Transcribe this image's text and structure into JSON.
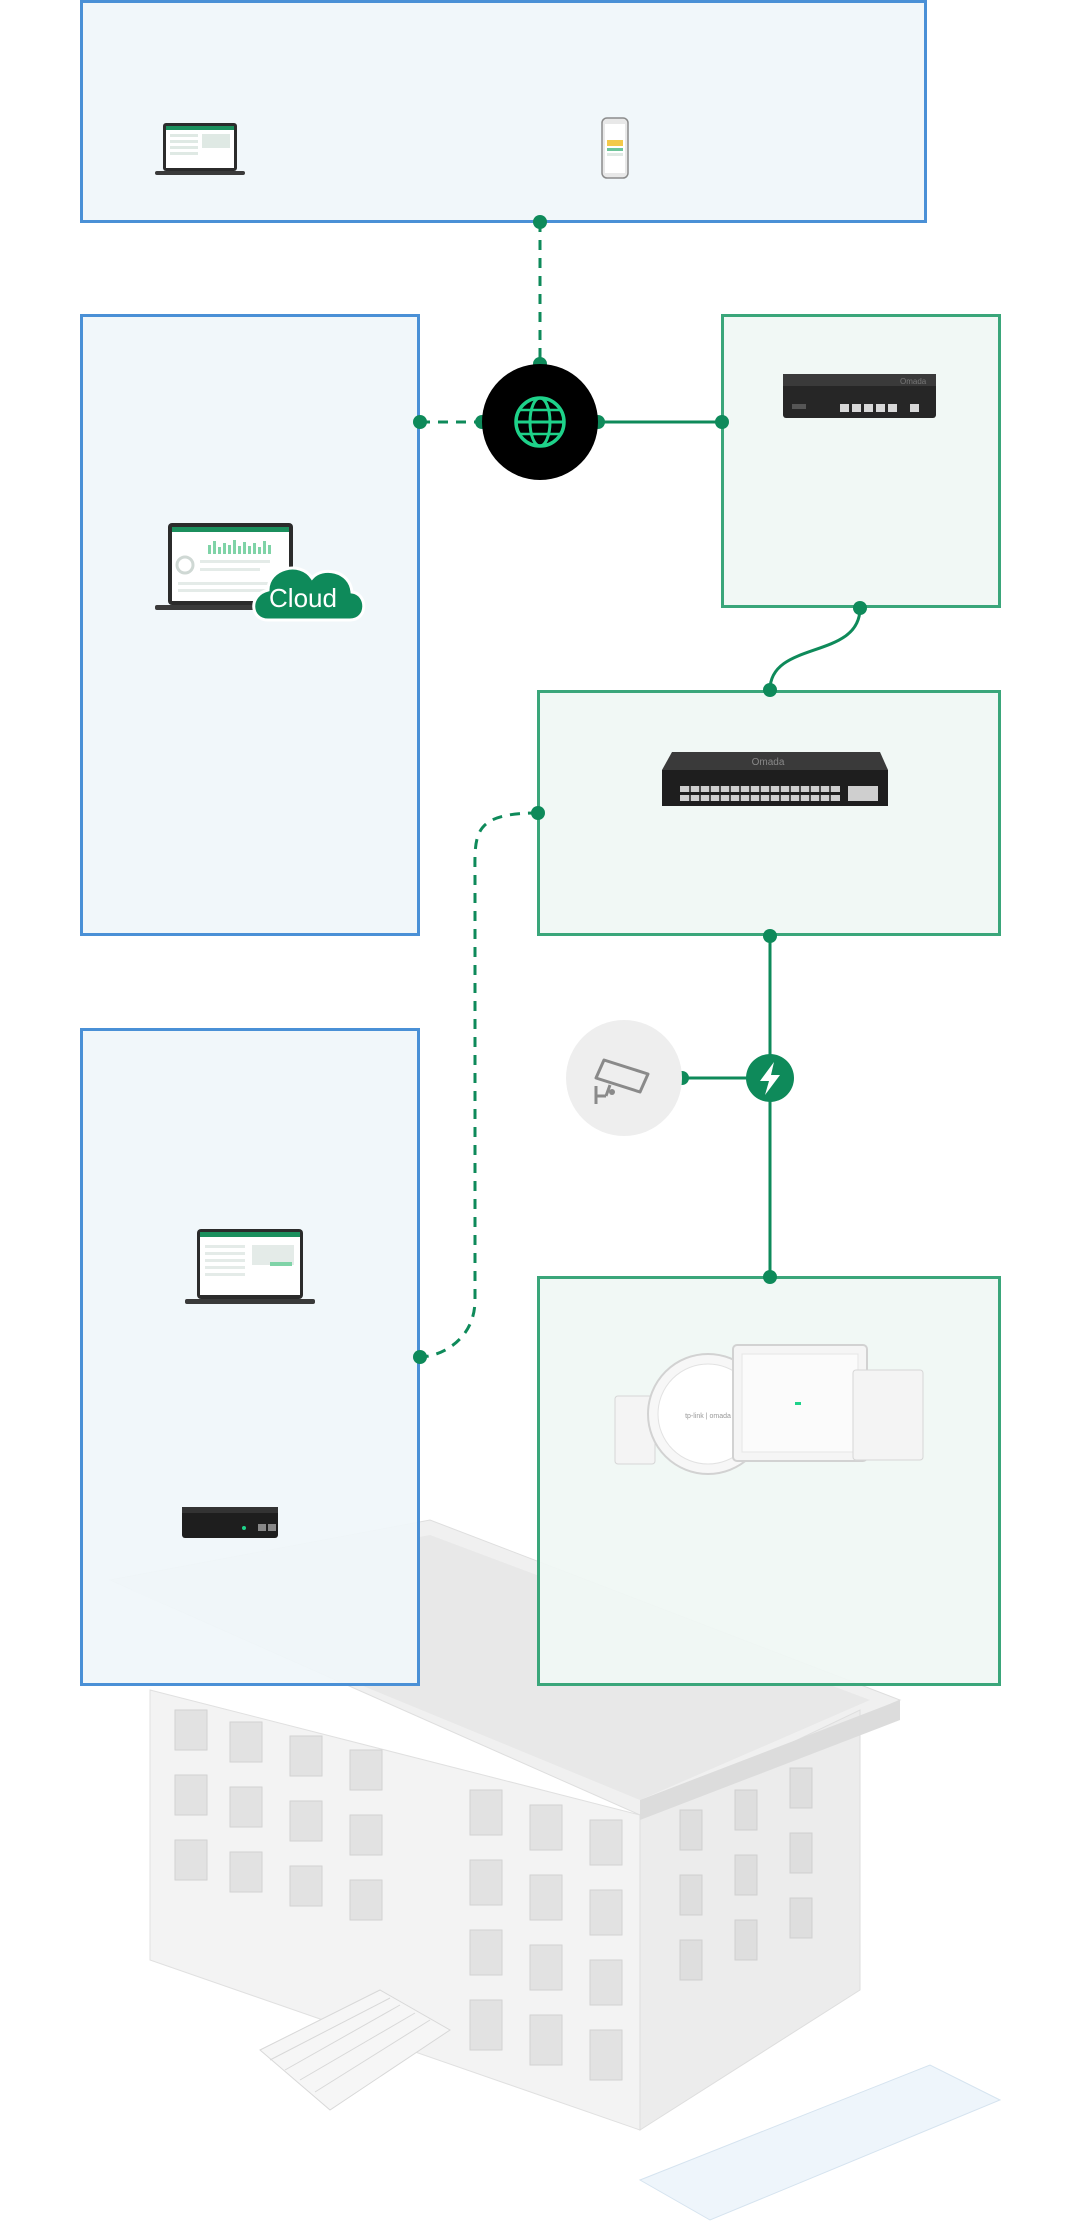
{
  "cloud": {
    "label": "Cloud"
  },
  "devices": {
    "router_brand": "Omada",
    "switch_brand": "Omada",
    "ap_brand": "tp-link | omada"
  },
  "colors": {
    "accent_green": "#0e8a5a",
    "blue_border": "#4a90d6",
    "green_border": "#3aa67a",
    "globe_bg": "#000000",
    "globe_icon": "#1ed28a"
  },
  "icons": [
    "globe-icon",
    "power-bolt-icon",
    "security-camera-icon",
    "cloud-icon",
    "laptop-icon",
    "phone-icon"
  ]
}
